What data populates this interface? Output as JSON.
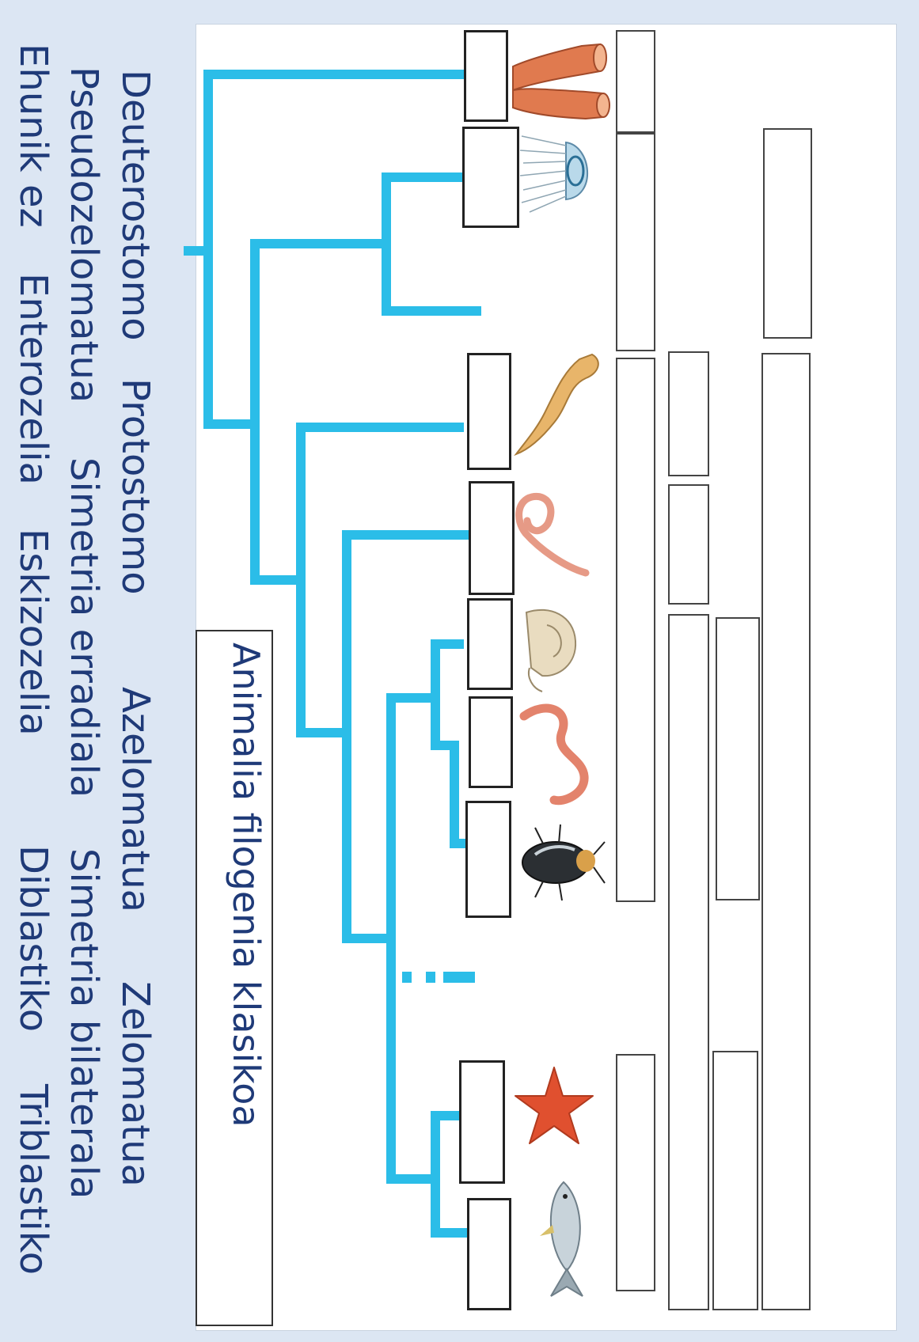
{
  "title": "Animalia filogenia klasikoa",
  "term_columns": [
    {
      "id": "col1",
      "terms": [
        "Deuterostomo",
        "Protostomo",
        "Azelomatua",
        "Zelomatua"
      ]
    },
    {
      "id": "col2",
      "terms": [
        "Pseudozelomatua",
        "Simetria erradiala",
        "Simetria bilaterala"
      ]
    },
    {
      "id": "col3",
      "terms": [
        "Ehunik ez",
        "Enterozelia",
        "Eskizozelia",
        "Diblastiko",
        "Triblastiko"
      ]
    }
  ],
  "colors": {
    "branch": "#2bbde8",
    "text": "#1f3a78",
    "background": "#dce6f3"
  },
  "animal_icons": [
    "sponge-icon",
    "jellyfish-icon",
    "flatworm-icon",
    "roundworm-icon",
    "snail-icon",
    "earthworm-icon",
    "beetle-icon",
    "starfish-icon",
    "fish-icon"
  ]
}
